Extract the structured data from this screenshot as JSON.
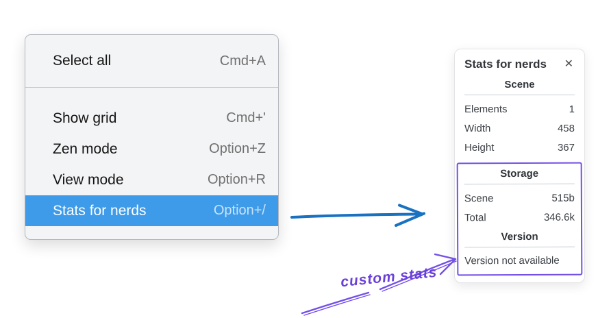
{
  "menu": {
    "sections": [
      {
        "items": [
          {
            "label": "Select all",
            "shortcut": "Cmd+A"
          }
        ]
      },
      {
        "items": [
          {
            "label": "Show grid",
            "shortcut": "Cmd+'"
          },
          {
            "label": "Zen mode",
            "shortcut": "Option+Z"
          },
          {
            "label": "View mode",
            "shortcut": "Option+R"
          },
          {
            "label": "Stats for nerds",
            "shortcut": "Option+/"
          }
        ]
      }
    ],
    "highlighted_item": "Stats for nerds"
  },
  "stats_panel": {
    "title": "Stats for nerds",
    "close_icon": "✕",
    "scene_section": {
      "heading": "Scene",
      "rows": [
        {
          "label": "Elements",
          "value": "1"
        },
        {
          "label": "Width",
          "value": "458"
        },
        {
          "label": "Height",
          "value": "367"
        }
      ]
    },
    "storage_section": {
      "heading": "Storage",
      "rows": [
        {
          "label": "Scene",
          "value": "515b"
        },
        {
          "label": "Total",
          "value": "346.6k"
        }
      ]
    },
    "version_section": {
      "heading": "Version",
      "note": "Version not available"
    }
  },
  "annotations": {
    "custom_stats_label": "custom stats"
  },
  "colors": {
    "menu_highlight_blue": "#3d9be9",
    "arrow_blue": "#1971c2",
    "annotation_violet": "#7450e6"
  }
}
